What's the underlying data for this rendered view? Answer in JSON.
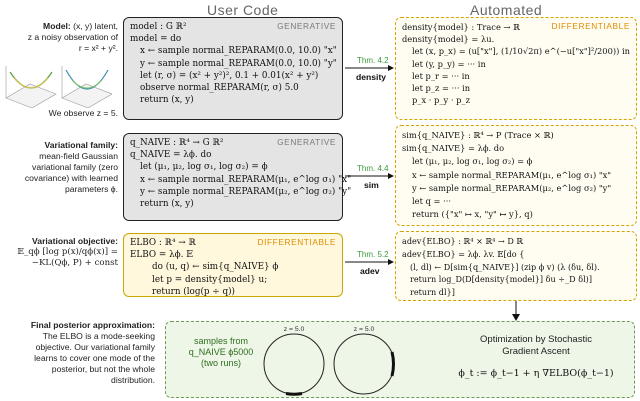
{
  "headers": {
    "user_code": "User Code",
    "automated": "Automated"
  },
  "left": {
    "model": {
      "title": "Model:",
      "lines": [
        "(x, y) latent,",
        "z a noisy observation of",
        "r = x² + y².",
        "We observe z = 5."
      ]
    },
    "family": {
      "title": "Variational family:",
      "lines": [
        "mean-field Gaussian",
        "variational family (zero",
        "covariance) with learned",
        "parameters ϕ."
      ]
    },
    "objective": {
      "title": "Variational objective:",
      "lines": [
        "𝔼_qϕ [log p(x)/qϕ(x)] =",
        "−KL(Qϕ, P) + const"
      ]
    },
    "posterior": {
      "title": "Final posterior approximation:",
      "lines": [
        "The ELBO is a mode-seeking",
        "objective. Our variational family",
        "learns to cover one mode of the",
        "posterior, but not the whole",
        "distribution."
      ]
    }
  },
  "tags": {
    "generative": "GENERATIVE",
    "differentiable": "DIFFERENTIABLE"
  },
  "boxes": {
    "model": [
      "model : G ℝ²",
      "model = do",
      "x ← sample normal_REPARAM(0.0, 10.0) \"x\"",
      "y ← sample normal_REPARAM(0.0, 10.0) \"y\"",
      "let (r, σ) = (x² + y²)², 0.1 + 0.01(x² + y²)",
      "observe normal_REPARAM(r, σ) 5.0",
      "return (x, y)"
    ],
    "qnaive": [
      "q_NAIVE : ℝ⁴ → G ℝ²",
      "q_NAIVE = λϕ. do",
      "let (μ₁, μ₂, log σ₁, log σ₂) = ϕ",
      "x ← sample normal_REPARAM(μ₁, e^log σ₁) \"x\"",
      "y ← sample normal_REPARAM(μ₂, e^log σ₂) \"y\"",
      "return (x, y)"
    ],
    "elbo": [
      "ELBO : ℝ⁴ → ℝ",
      "ELBO = λϕ. 𝔼",
      "do (u, q) ← sim{q_NAIVE} ϕ",
      "let p = density{model} u;",
      "return (log(p ÷ q))"
    ],
    "density": [
      "density{model} : Trace → ℝ",
      "density{model} = λu.",
      "let (x, p_x) = (u[\"x\"], (1/10√2π) e^(−u[\"x\"]²/200)) in",
      "let (y, p_y) = ··· in",
      "let p_r = ··· in",
      "let p_z = ··· in",
      "p_x · p_y · p_z"
    ],
    "sim": [
      "sim{q_NAIVE} : ℝ⁴ → P (Trace × ℝ)",
      "sim{q_NAIVE} = λϕ. do",
      "let (μ₁, μ₂, log σ₁, log σ₂) = ϕ",
      "x ← sample normal_REPARAM(μ₁, e^log σ₁) \"x\"",
      "y ← sample normal_REPARAM(μ₂, e^log σ₂) \"y\"",
      "let q = ···",
      "return ({\"x\" ↦ x, \"y\" ↦ y}, q)"
    ],
    "adev": [
      "adev{ELBO} : ℝ⁴ × ℝ⁴ → D ℝ",
      "adev{ELBO} = λϕ. λv. 𝔼[do {",
      "(l, dl) ← D[sim{q_NAIVE}] (zip ϕ v) (λ (δu, δl).",
      "return log_D(D[density{model}] δu ÷_D δl)]",
      "return dl}]"
    ]
  },
  "transforms": [
    {
      "thm": "Thm. 4.2",
      "name": "density"
    },
    {
      "thm": "Thm. 4.4",
      "name": "sim"
    },
    {
      "thm": "Thm. 5.2",
      "name": "adev"
    }
  ],
  "bottom": {
    "samples_label": [
      "samples from",
      "q_NAIVE ϕ5000",
      "(two runs)"
    ],
    "z_label": "z = 5.0",
    "opt_title": [
      "Optimization by Stochastic",
      "Gradient Ascent"
    ],
    "opt_eq": "ϕ_t := ϕ_t−1 + η ∇ELBO(ϕ_t−1)"
  },
  "colors": {
    "thm_green": "#3a9a3a",
    "diff_orange": "#e08b00",
    "yellow_fill": "#fff8dd",
    "gray_fill": "#e4e4e4",
    "green_fill": "#eef6e8"
  }
}
